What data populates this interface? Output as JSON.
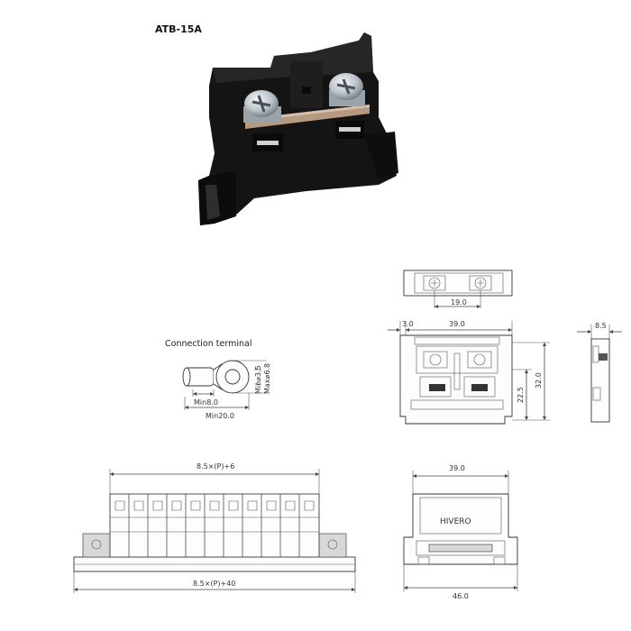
{
  "product": {
    "model": "ATB-15A"
  },
  "connection_terminal": {
    "title": "Connection terminal",
    "dims": {
      "min_width": "Min8.0",
      "min_length": "Min20.0",
      "min_hole": "Min⌀3.5",
      "max_ring": "Max⌀6.8"
    }
  },
  "top_view": {
    "pitch": "19.0"
  },
  "front_view": {
    "left_offset": "3.0",
    "width": "39.0",
    "height_inner": "22.5",
    "height_total": "32.0"
  },
  "side_view": {
    "thickness": "8.5"
  },
  "assembly_view": {
    "top_formula": "8.5×(P)+6",
    "bottom_formula": "8.5×(P)+40"
  },
  "end_view": {
    "top_width": "39.0",
    "brand": "HIVERO",
    "bottom_width": "46.0"
  },
  "colors": {
    "block_body": "#1a1a1a",
    "line": "#444444",
    "end_plate": "#d8d8d8"
  }
}
